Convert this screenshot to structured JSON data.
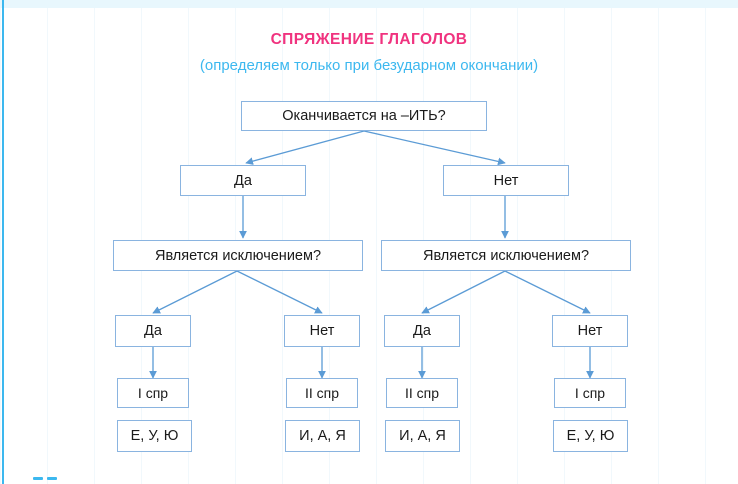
{
  "header": {
    "title": "СПРЯЖЕНИЕ ГЛАГОЛОВ",
    "subtitle": "(определяем только при безударном окончании)",
    "title_color": "#f0337f",
    "subtitle_color": "#3cb8ef"
  },
  "theme": {
    "box_border": "#8ab4e0",
    "arrow_color": "#5b9bd5",
    "accent_rule": "#3cb8ef",
    "text_color": "#1a1a1a",
    "background": "#ffffff"
  },
  "flowchart": {
    "type": "decision-tree",
    "root": {
      "id": "q-root",
      "label": "Оканчивается на –ИТЬ?"
    },
    "level2": [
      {
        "id": "a-yes",
        "label": "Да"
      },
      {
        "id": "a-no",
        "label": "Нет"
      }
    ],
    "level3": [
      {
        "id": "q-exc-left",
        "label": "Является исключением?"
      },
      {
        "id": "q-exc-right",
        "label": "Является исключением?"
      }
    ],
    "level4": [
      {
        "id": "exc-l-yes",
        "label": "Да"
      },
      {
        "id": "exc-l-no",
        "label": "Нет"
      },
      {
        "id": "exc-r-yes",
        "label": "Да"
      },
      {
        "id": "exc-r-no",
        "label": "Нет"
      }
    ],
    "level5": [
      {
        "id": "conj-1",
        "label": "I спр"
      },
      {
        "id": "conj-2",
        "label": "II спр"
      },
      {
        "id": "conj-3",
        "label": "II спр"
      },
      {
        "id": "conj-4",
        "label": "I спр"
      }
    ],
    "level6": [
      {
        "id": "end-1",
        "label": "Е, У, Ю"
      },
      {
        "id": "end-2",
        "label": "И, А, Я"
      },
      {
        "id": "end-3",
        "label": "И, А, Я"
      },
      {
        "id": "end-4",
        "label": "Е, У, Ю"
      }
    ]
  }
}
